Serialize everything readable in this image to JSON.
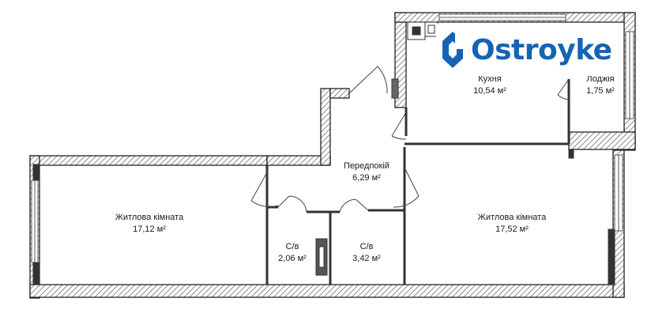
{
  "brand": {
    "name": "Ostroyke",
    "color": "#1663b5",
    "icon": "ostroyke-logo-icon"
  },
  "rooms": [
    {
      "id": "kitchen",
      "name": "Кухня",
      "area": "10,54 м²"
    },
    {
      "id": "loggia",
      "name": "Лоджія",
      "area": "1,75 м²"
    },
    {
      "id": "hallway",
      "name": "Передпокій",
      "area": "6,29 м²"
    },
    {
      "id": "living-left",
      "name": "Житлова кімната",
      "area": "17,12 м²"
    },
    {
      "id": "bath-1",
      "name": "С/в",
      "area": "2,06 м²"
    },
    {
      "id": "bath-2",
      "name": "С/в",
      "area": "3,42 м²"
    },
    {
      "id": "living-right",
      "name": "Житлова кімната",
      "area": "17,52 м²"
    }
  ],
  "colors": {
    "wall": "#2a2a2a",
    "hatch": "#9a9a9a",
    "window": "#666666"
  }
}
